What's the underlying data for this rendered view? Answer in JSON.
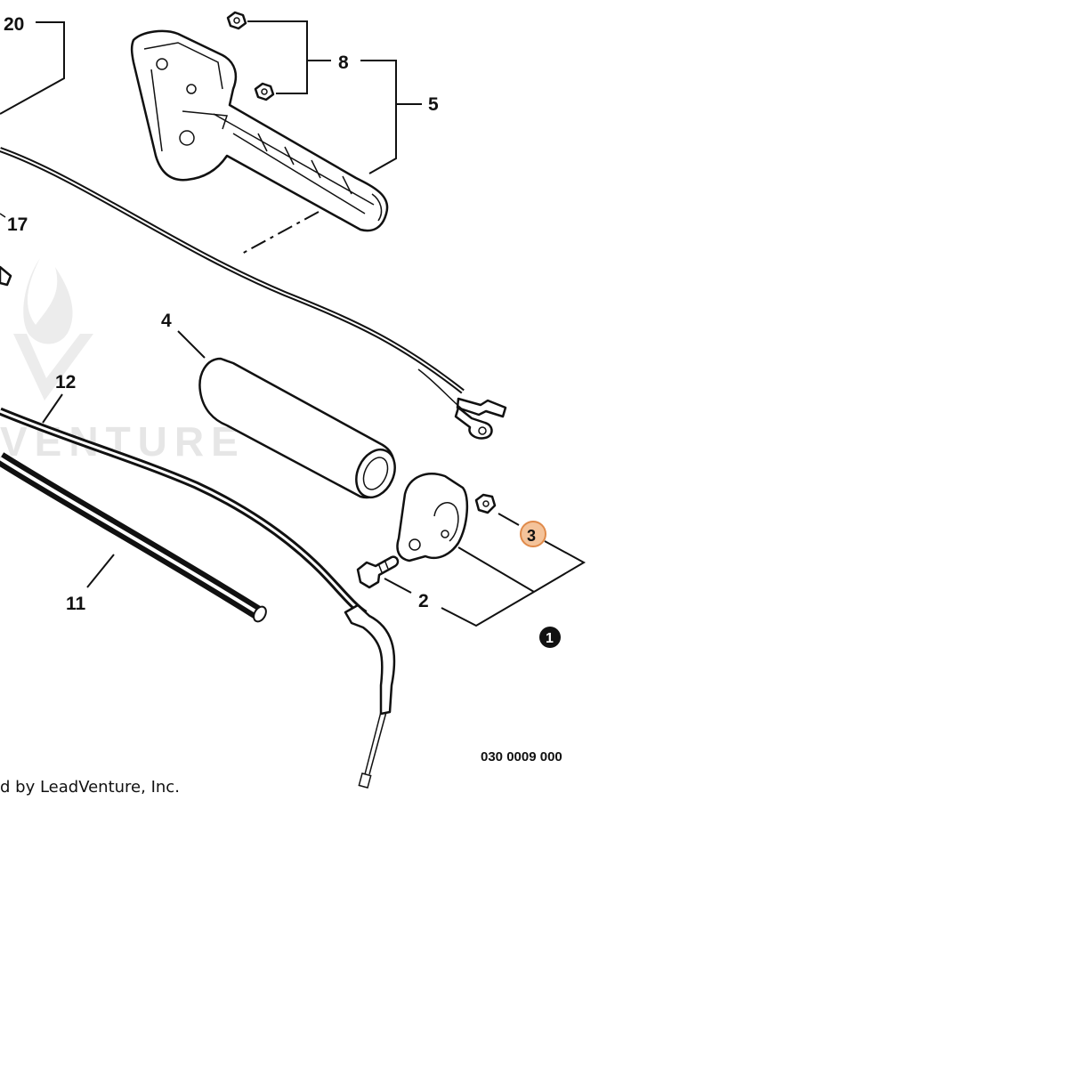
{
  "watermark": {
    "text": "VENTURE"
  },
  "callouts": {
    "c20": "20",
    "c8": "8",
    "c5": "5",
    "c17": "17",
    "c4": "4",
    "c12": "12",
    "c3": "3",
    "c2": "2",
    "c11": "11",
    "c1": "1"
  },
  "diagram_code": "030 0009 000",
  "copyright": "d by LeadVenture, Inc.",
  "colors": {
    "highlight_fill": "#f4c39a",
    "highlight_stroke": "#e08a4a",
    "line": "#111111"
  }
}
